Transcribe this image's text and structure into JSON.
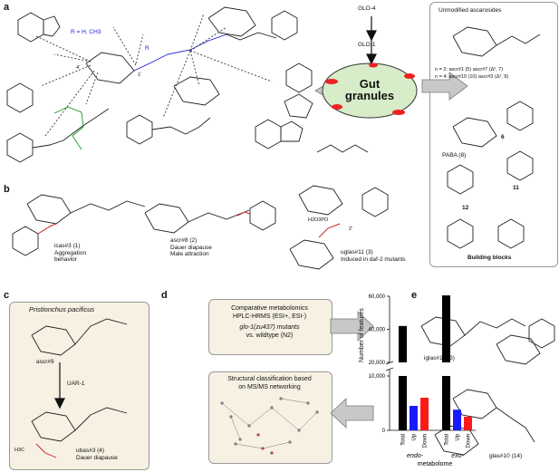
{
  "panels": {
    "a": "a",
    "b": "b",
    "c": "c",
    "d": "d",
    "e": "e"
  },
  "panel_a": {
    "r_label": "R = H, CH3",
    "r_sub": "R",
    "pos_4p": "4'",
    "pos_1p": "1'",
    "glo4": "GLO-4",
    "glo1": "GLO-1",
    "gut_line1": "Gut",
    "gut_line2": "granules",
    "unmod_title": "Unmodified ascarosides",
    "n2_line": "n = 2: ascr#1 (5) ascr#7 (Δ², 7)",
    "n4_line": "n = 4: ascr#10 (10) ascr#3 (Δ², 9)",
    "blocks_title": "Building blocks",
    "paba": "PABA (8)",
    "c6": "6",
    "c11": "11",
    "c12": "12"
  },
  "panel_b": {
    "icas_name": "icas#3 (1)",
    "icas_line2": "Aggregation",
    "icas_line3": "behavior",
    "ascr8_name": "ascr#8 (2)",
    "ascr8_line2": "Dauer diapause",
    "ascr8_line3": "Male attraction",
    "uglas_name": "uglas#11 (3)",
    "uglas_line2": "Induced in daf-2 mutants",
    "h2o3po": "H2O3PO",
    "pos_2p": "2'"
  },
  "panel_c": {
    "title": "Pristionchus pacificus",
    "ascr9": "ascr#9",
    "uar1": "UAR-1",
    "ubas_name": "ubas#3 (4)",
    "ubas_line2": "Dauer diapause",
    "h3c": "H3C"
  },
  "panel_d": {
    "box1_line1": "Comparative metabolomics",
    "box1_line2": "HPLC-HRMS (ESI+, ESI-)",
    "box1_line3": "glo-1(zu437) mutants",
    "box1_line4": "vs. wildtype (N2)",
    "box2_line1": "Structural classification based",
    "box2_line2": "on  MS/MS networking"
  },
  "panel_e": {
    "iglas_name": "iglas#1 (13)",
    "glas_name": "glas#10 (14)"
  },
  "colors": {
    "up": "#1a1aff",
    "down": "#ff1a1a",
    "total": "#000000",
    "gut_fill": "#d7ecc8",
    "gut_dot": "#ee2222",
    "box_shade": "#f6f1e2"
  },
  "chart_data": {
    "type": "bar",
    "ylabel": "Number of features",
    "yticks": [
      "0",
      "10,000",
      "20,000",
      "40,000",
      "60,000"
    ],
    "broken_axis": true,
    "categories": [
      "Total",
      "Up",
      "Down",
      "Total",
      "Up",
      "Down"
    ],
    "groups": [
      "endo-metabolome",
      "exo-metabolome"
    ],
    "group_labels": {
      "endo_1": "endo-",
      "exo_1": "exo-",
      "line2": "metabolome"
    },
    "values": [
      42000,
      4500,
      6000,
      60500,
      3800,
      2500
    ],
    "bar_colors": [
      "#000000",
      "#1a1aff",
      "#ff1a1a",
      "#000000",
      "#1a1aff",
      "#ff1a1a"
    ]
  }
}
